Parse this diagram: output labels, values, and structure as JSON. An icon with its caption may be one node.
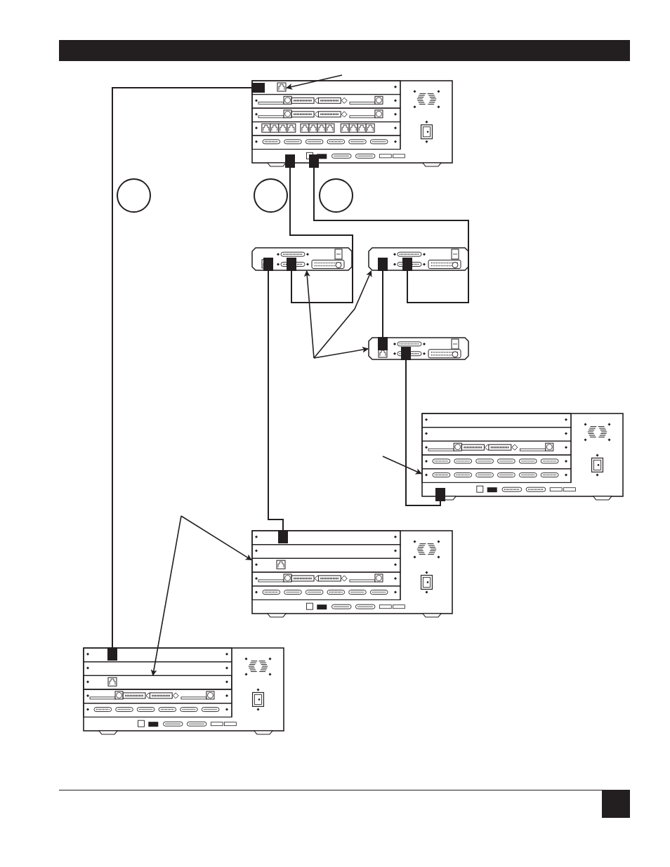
{
  "diagram": {
    "nodes": [
      {
        "text": [],
        "shape": "picture"
      },
      {
        "text": [],
        "shape": "box",
        "in": 0
      },
      {
        "text": [],
        "shape": "circle"
      },
      {
        "text": [],
        "shape": "circle"
      },
      {
        "text": [],
        "shape": "circle"
      },
      {
        "text": [],
        "shape": "picture"
      },
      {
        "text": [],
        "shape": "picture"
      },
      {
        "text": [],
        "shape": "picture"
      },
      {
        "text": [],
        "shape": "picture"
      },
      {
        "text": [],
        "shape": "picture"
      },
      {
        "text": [],
        "shape": "picture"
      },
      {
        "text": [],
        "shape": "bar",
        "in": 10
      }
    ],
    "edges": [
      {
        "from": 0,
        "to": 10,
        "arrow": "other"
      },
      {
        "from": 0,
        "to": 5,
        "arrow": "other"
      },
      {
        "from": 0,
        "to": 6,
        "arrow": "other"
      },
      {
        "from": 5,
        "to": 9,
        "arrow": "other"
      },
      {
        "from": 6,
        "to": 7,
        "arrow": "other"
      },
      {
        "from": 7,
        "to": 8,
        "arrow": "other"
      },
      {
        "from": null,
        "to": 1,
        "arrow": "to"
      },
      {
        "from": null,
        "to": 5,
        "arrow": "to"
      },
      {
        "from": null,
        "to": 6,
        "arrow": "to"
      },
      {
        "from": null,
        "to": 7,
        "arrow": "to"
      },
      {
        "from": null,
        "to": 8,
        "arrow": "to"
      },
      {
        "from": null,
        "to": 9,
        "arrow": "to"
      },
      {
        "from": null,
        "to": 11,
        "arrow": "to"
      }
    ]
  }
}
